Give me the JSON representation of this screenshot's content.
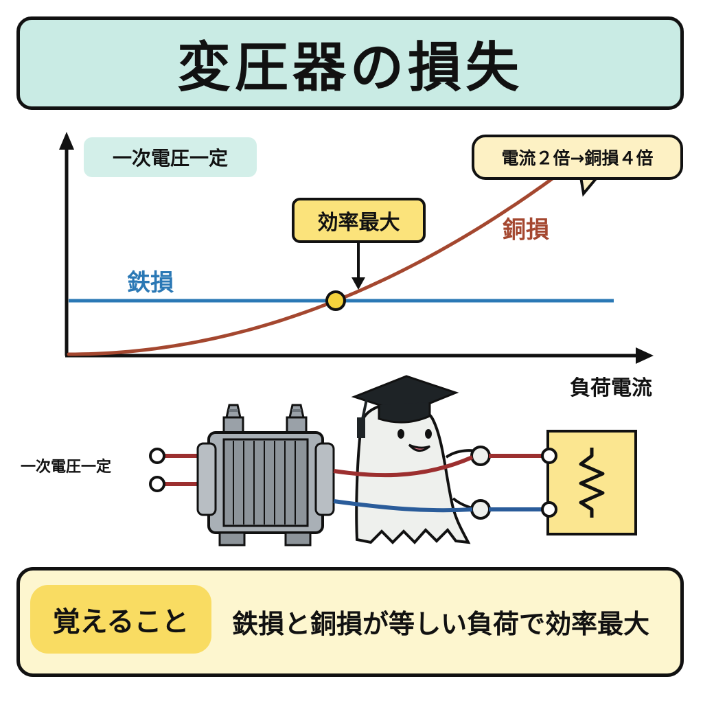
{
  "title": "変圧器の損失",
  "chart": {
    "condition_label": "一次電圧一定",
    "x_axis_label": "負荷電流",
    "callout": "電流２倍→銅損４倍",
    "max_efficiency_label": "効率最大",
    "iron_loss_label": "鉄損",
    "copper_loss_label": "銅損"
  },
  "chart_data": {
    "type": "line",
    "xlabel": "負荷電流",
    "ylabel": "",
    "series": [
      {
        "name": "鉄損",
        "x": [
          0,
          1,
          2
        ],
        "y": [
          1,
          1,
          1
        ],
        "color": "#2a78b5"
      },
      {
        "name": "銅損",
        "x": [
          0,
          0.25,
          0.5,
          0.75,
          1,
          1.25,
          1.5,
          1.75,
          2
        ],
        "y": [
          0,
          0.0625,
          0.25,
          0.5625,
          1,
          1.5625,
          2.25,
          3.0625,
          4
        ],
        "color": "#a4472f"
      }
    ],
    "annotations": [
      "効率最大",
      "電流２倍→銅損４倍",
      "一次電圧一定"
    ],
    "max_efficiency_point": {
      "x": 1,
      "y": 1
    }
  },
  "circuit": {
    "primary_label": "一次電圧一定"
  },
  "memo": {
    "tag": "覚えること",
    "text": "鉄損と銅損が等しい負荷で効率最大"
  },
  "colors": {
    "iron": "#2a78b5",
    "copper": "#a4472f",
    "highlight": "#f5d33d",
    "title_bg": "#c9ebe4",
    "memo_bg": "#fdf6cf"
  }
}
